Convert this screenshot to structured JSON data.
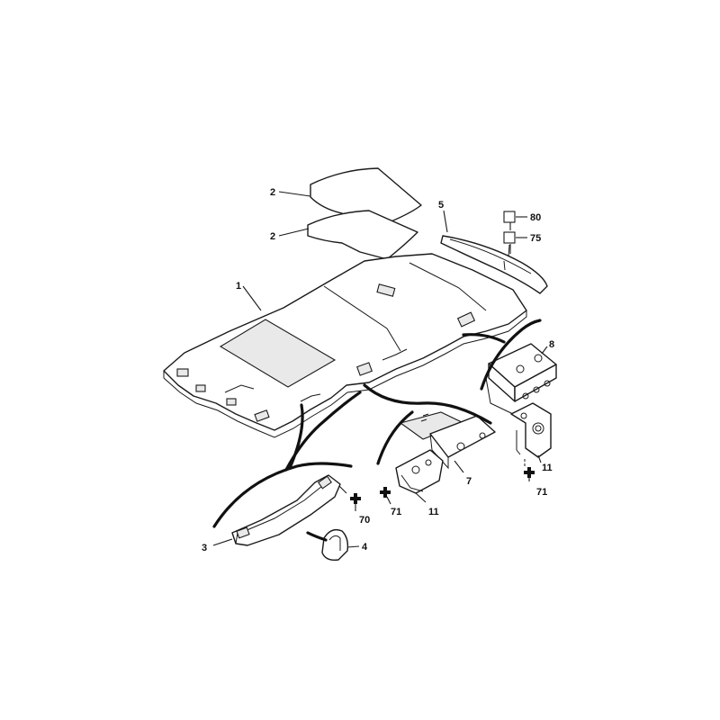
{
  "callouts": {
    "c1": "1",
    "c2a": "2",
    "c2b": "2",
    "c3": "3",
    "c4": "4",
    "c5": "5",
    "c7": "7",
    "c8": "8",
    "c11a": "11",
    "c11b": "11",
    "c70": "70",
    "c71a": "71",
    "c71b": "71",
    "c75": "75",
    "c80": "80"
  },
  "icons": {
    "box_symbol": "square-box-icon",
    "cross_symbol": "cross-icon"
  },
  "colors": {
    "line": "#1a1a1a",
    "background": "#ffffff"
  }
}
